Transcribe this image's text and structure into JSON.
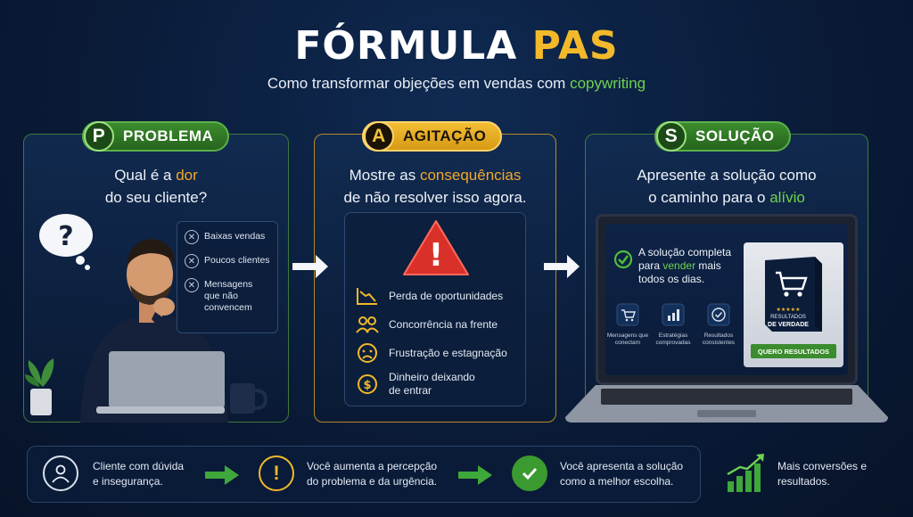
{
  "header": {
    "title_main": "FÓRMULA",
    "title_accent": "PAS",
    "subtitle_pre": "Como transformar objeções em vendas com",
    "subtitle_hl": "copywriting"
  },
  "problema": {
    "letter": "P",
    "label": "PROBLEMA",
    "q_line1_pre": "Qual é a",
    "q_line1_hl": "dor",
    "q_line2": "do seu cliente?",
    "thought_icon": "question-mark",
    "items": [
      "Baixas vendas",
      "Poucos clientes",
      "Mensagens que não convencem"
    ]
  },
  "agitacao": {
    "letter": "A",
    "label": "AGITAÇÃO",
    "q_line1_pre": "Mostre as",
    "q_line1_hl": "consequências",
    "q_line2": "de não resolver isso agora.",
    "warning_icon": "!",
    "items": [
      {
        "icon": "chart-down-icon",
        "text": "Perda de oportunidades"
      },
      {
        "icon": "competitors-icon",
        "text": "Concorrência na frente"
      },
      {
        "icon": "sad-face-icon",
        "text": "Frustração e estagnação"
      },
      {
        "icon": "money-icon",
        "text": "Dinheiro deixando de entrar"
      }
    ]
  },
  "solucao": {
    "letter": "S",
    "label": "SOLUÇÃO",
    "q_line1": "Apresente a solução como",
    "q_line2_pre": "o caminho para o",
    "q_line2_hl": "alívio",
    "screen": {
      "headline_l1": "A solução completa",
      "headline_l2_pre": "para",
      "headline_l2_hl": "vender",
      "headline_l2_post": "mais",
      "headline_l3": "todos os dias.",
      "features": [
        {
          "icon": "cart-icon",
          "text": "Mensagens que conectam"
        },
        {
          "icon": "bar-chart-icon",
          "text": "Estratégias comprovadas"
        },
        {
          "icon": "check-badge-icon",
          "text": "Resultados consistentes"
        }
      ],
      "product_caption_l1": "RESULTADOS",
      "product_caption_l2": "DE VERDADE",
      "product_stars": "★★★★★",
      "cta_label": "QUERO RESULTADOS"
    }
  },
  "bottom": {
    "step1": "Cliente com dúvida e insegurança.",
    "step2": "Você aumenta a percepção do problema e da urgência.",
    "step3": "Você apresenta a solução como a melhor escolha.",
    "result": "Mais conversões e resultados."
  },
  "colors": {
    "green": "#3b8c2e",
    "gold": "#f2b92a",
    "navy": "#0a1b38"
  }
}
